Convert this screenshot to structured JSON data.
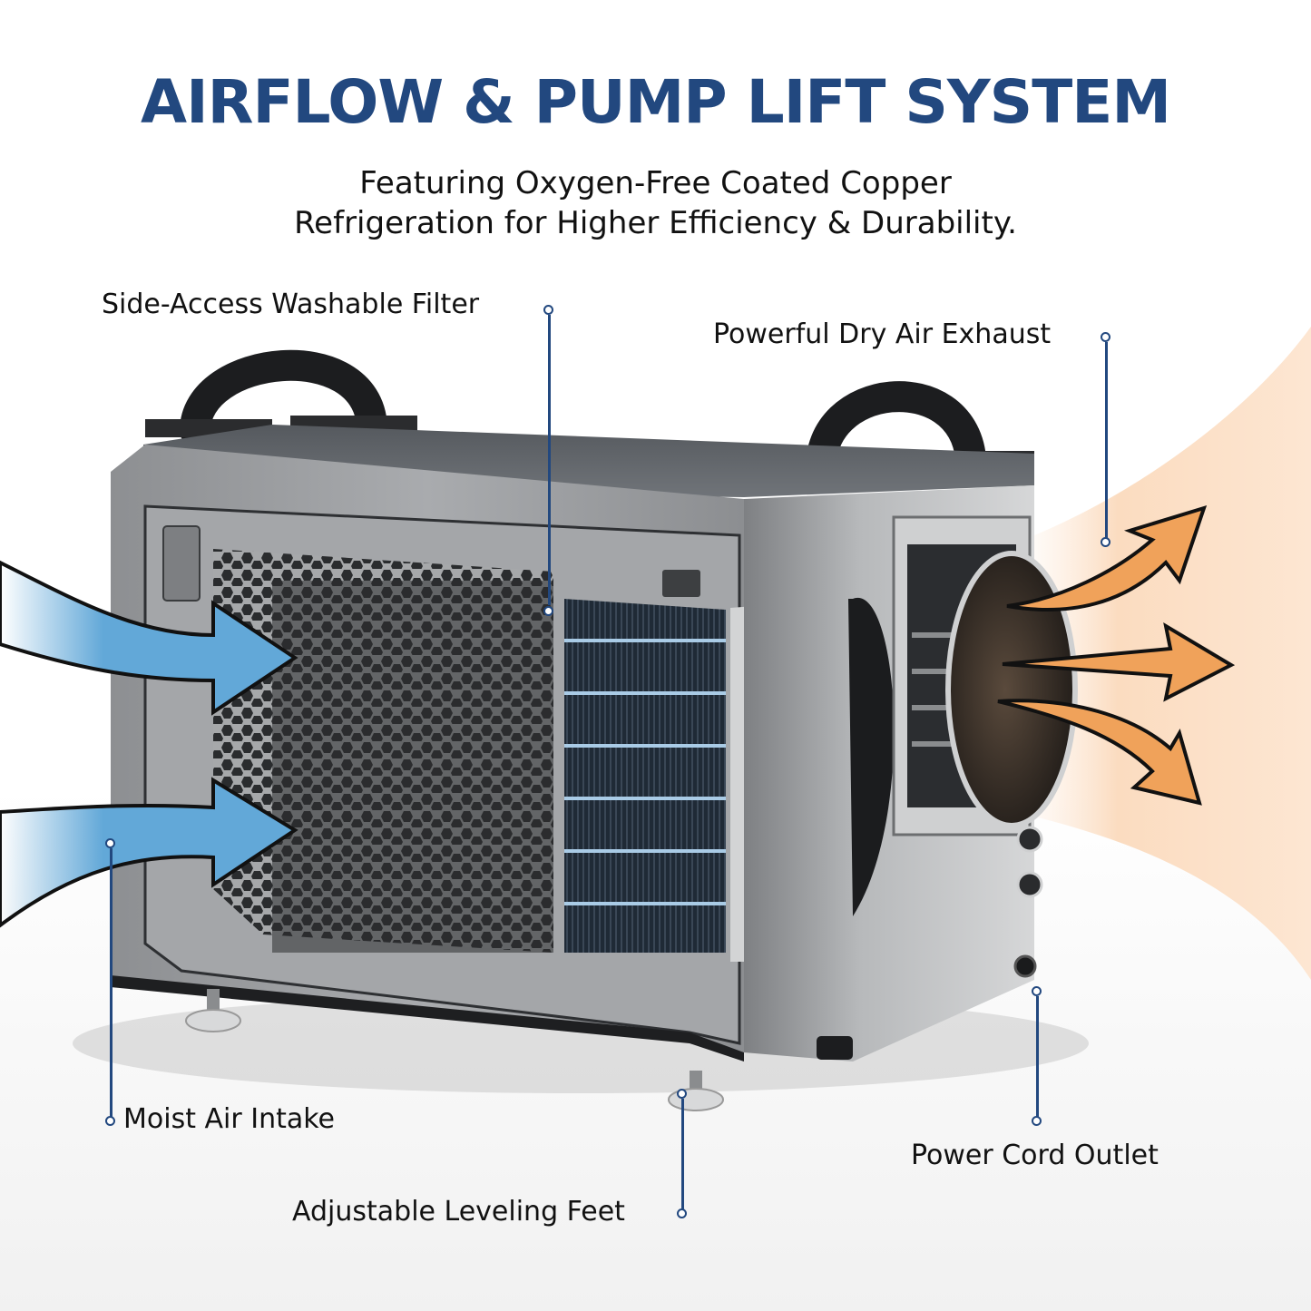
{
  "header": {
    "title": "AIRFLOW & PUMP LIFT SYSTEM",
    "subtitle_line1": "Featuring Oxygen-Free Coated Copper",
    "subtitle_line2": "Refrigeration for Higher Efficiency & Durability."
  },
  "callouts": {
    "filter": "Side-Access Washable Filter",
    "exhaust": "Powerful Dry Air Exhaust",
    "intake": "Moist Air Intake",
    "feet": "Adjustable Leveling Feet",
    "power": "Power Cord Outlet"
  },
  "colors": {
    "title": "#22487f",
    "callout_line": "#22487f",
    "intake_arrow": "#62a8d8",
    "exhaust_arrow": "#f0a25a",
    "exhaust_glow": "#fbe0c8",
    "copper": "#c8772e",
    "body": "#9a9c9f"
  },
  "product": {
    "type": "dehumidifier",
    "intake_arrows": 2,
    "exhaust_arrows": 3
  }
}
